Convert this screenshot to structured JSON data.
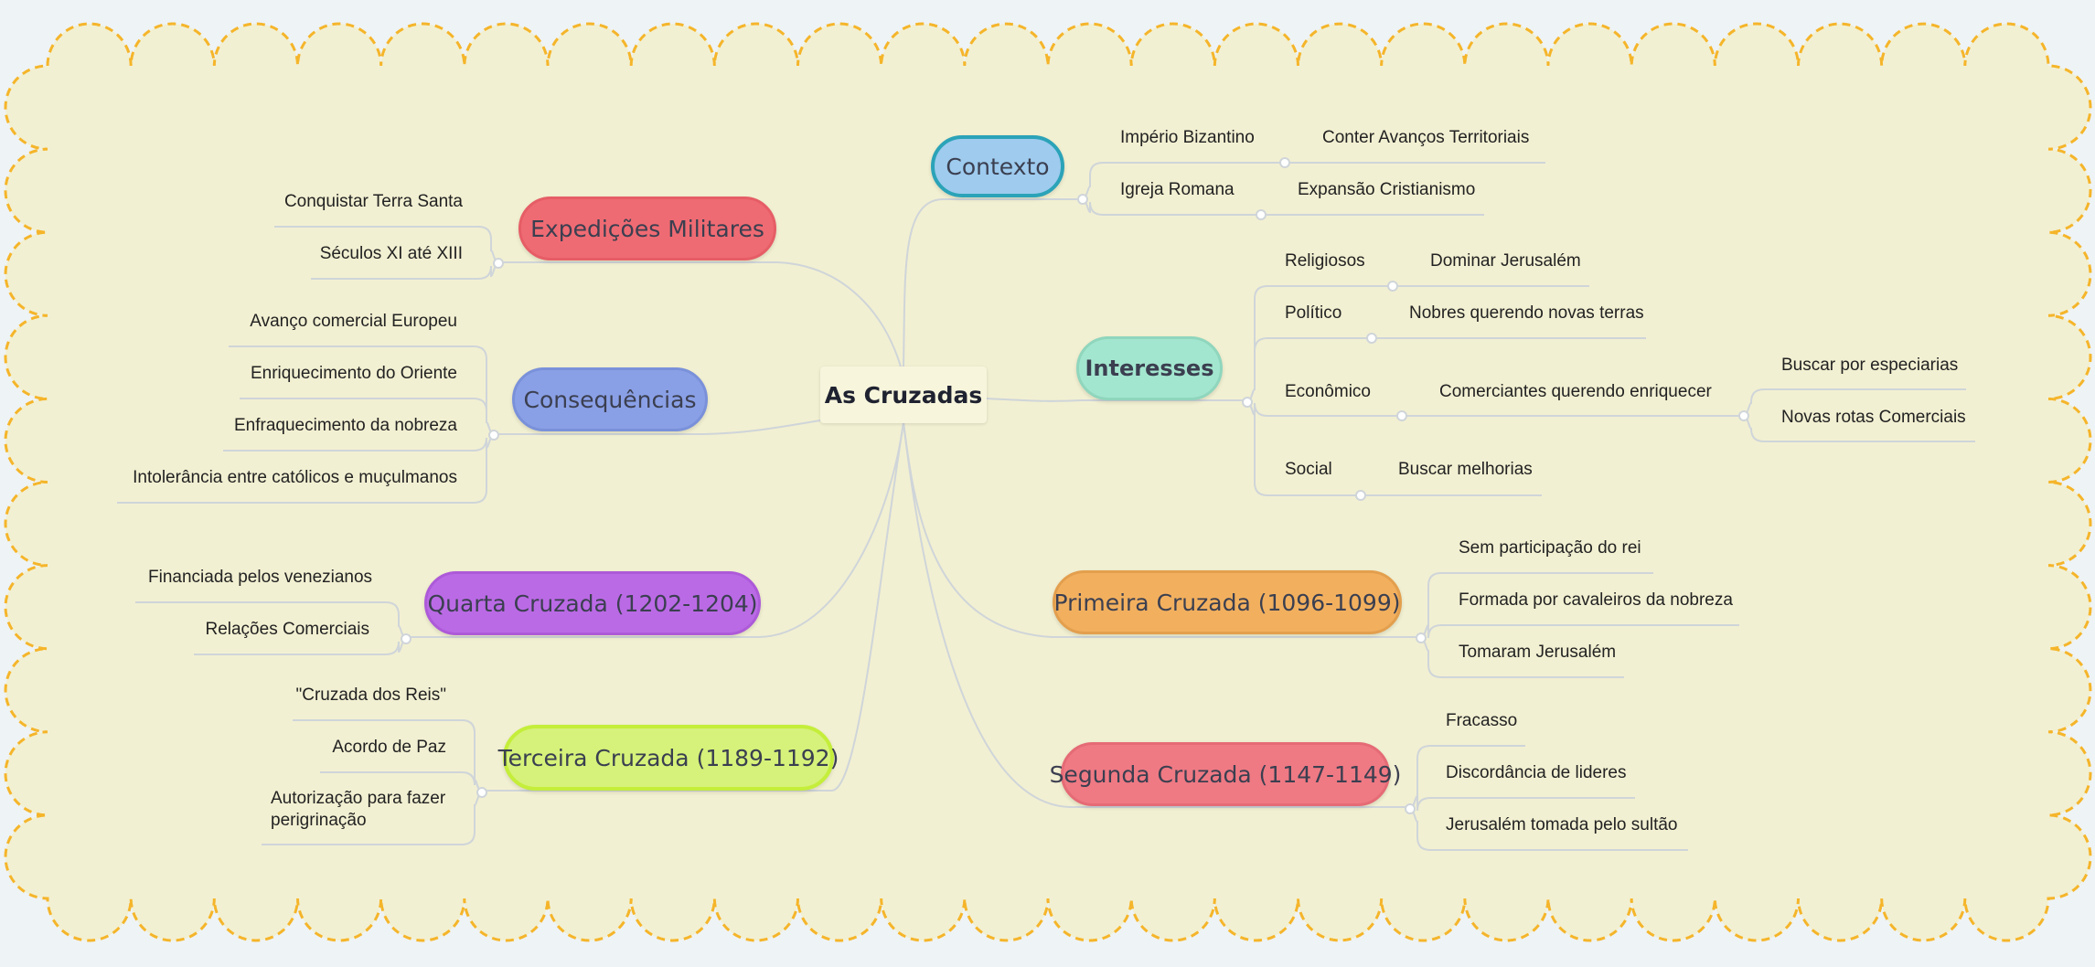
{
  "central": "As Cruzadas",
  "colors": {
    "background": "#eef3f5",
    "boundary_fill": "#f2f0d2",
    "boundary_stroke": "#f5b52a",
    "line": "#cfd5d9",
    "contexto": "#9ecbee",
    "interesses": "#a3e6cf",
    "primeira": "#f2b05f",
    "segunda": "#ef7a84",
    "expedicoes": "#ef6b73",
    "consequencias": "#8aa0e6",
    "quarta": "#bb6ae6",
    "terceira": "#d6f27a"
  },
  "right": {
    "contexto": {
      "label": "Contexto",
      "items": [
        {
          "label": "Império Bizantino",
          "detail": "Conter Avanços Territoriais"
        },
        {
          "label": "Igreja Romana",
          "detail": "Expansão Cristianismo"
        }
      ]
    },
    "interesses": {
      "label": "Interesses",
      "items": [
        {
          "label": "Religiosos",
          "detail": "Dominar Jerusalém"
        },
        {
          "label": "Político",
          "detail": "Nobres querendo novas terras"
        },
        {
          "label": "Econômico",
          "detail": "Comerciantes querendo enriquecer",
          "extra": [
            "Buscar por especiarias",
            "Novas rotas Comerciais"
          ]
        },
        {
          "label": "Social",
          "detail": "Buscar melhorias"
        }
      ]
    },
    "primeira": {
      "label": "Primeira Cruzada (1096-1099)",
      "items": [
        "Sem participação do rei",
        "Formada por cavaleiros da nobreza",
        "Tomaram Jerusalém"
      ]
    },
    "segunda": {
      "label": "Segunda Cruzada (1147-1149)",
      "items": [
        "Fracasso",
        "Discordância de lideres",
        "Jerusalém tomada pelo sultão"
      ]
    }
  },
  "left": {
    "expedicoes": {
      "label": "Expedições Militares",
      "items": [
        "Conquistar Terra Santa",
        "Séculos XI até XIII"
      ]
    },
    "consequencias": {
      "label": "Consequências",
      "items": [
        "Avanço comercial Europeu",
        "Enriquecimento do Oriente",
        "Enfraquecimento da nobreza",
        "Intolerância entre católicos e muçulmanos"
      ]
    },
    "quarta": {
      "label": "Quarta Cruzada (1202-1204)",
      "items": [
        "Financiada pelos venezianos",
        "Relações Comerciais"
      ]
    },
    "terceira": {
      "label": "Terceira Cruzada (1189-1192)",
      "items": [
        "\"Cruzada dos Reis\"",
        "Acordo de Paz",
        "Autorização para fazer perigrinação"
      ]
    }
  }
}
